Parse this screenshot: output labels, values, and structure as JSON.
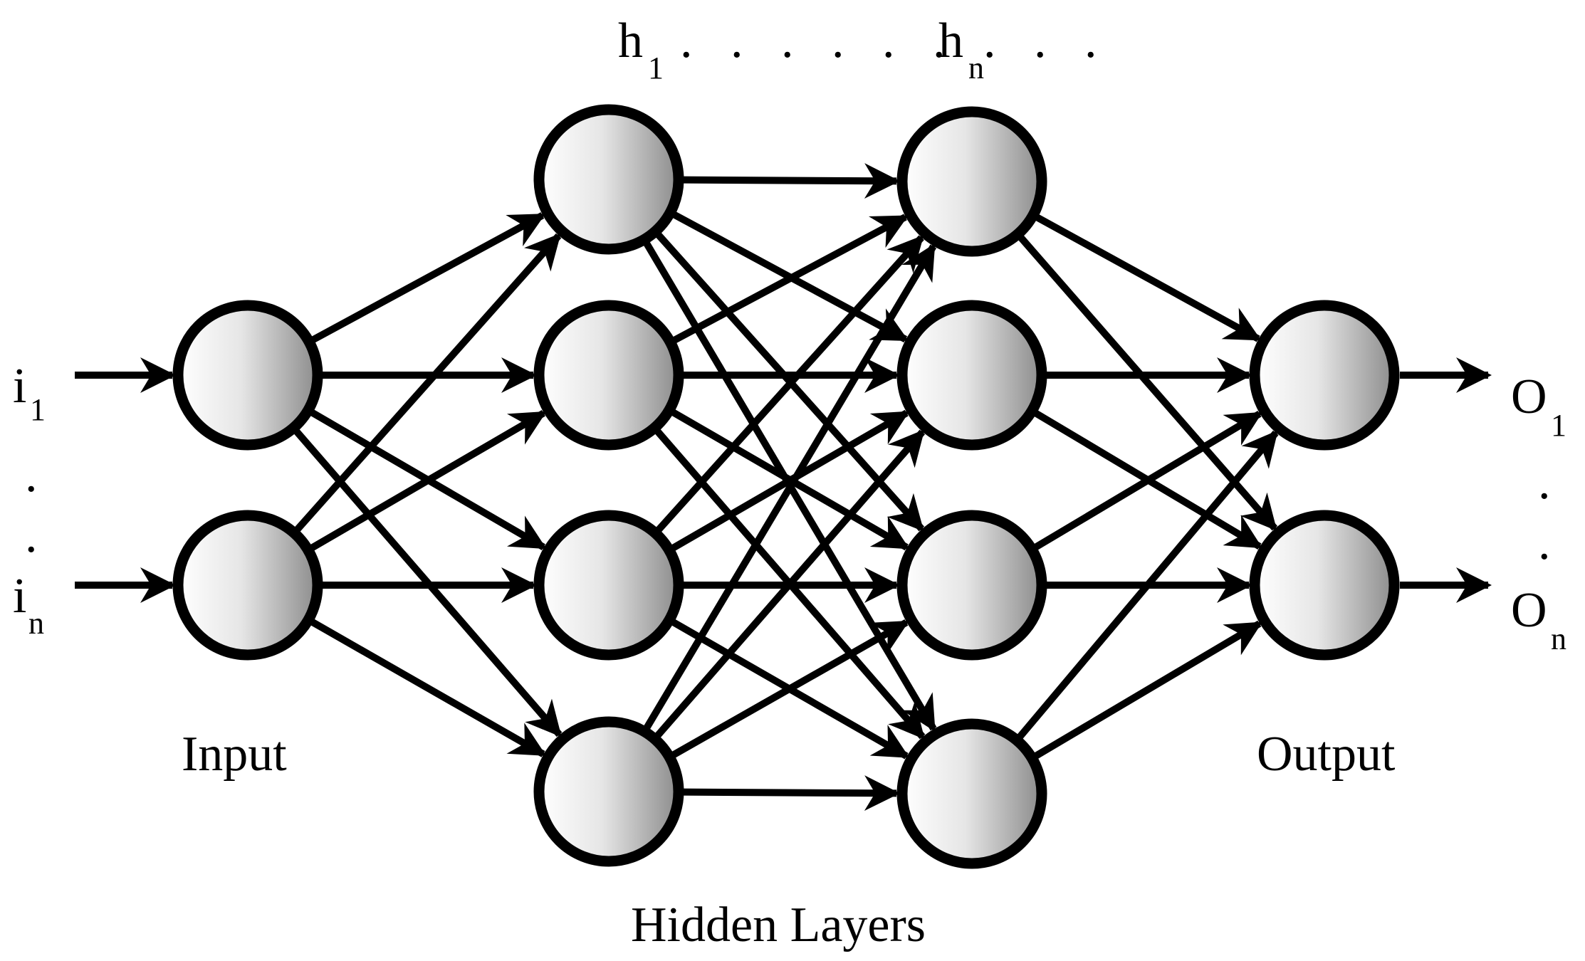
{
  "labels": {
    "top_h": "h",
    "top_h_first_sub": "1",
    "top_dots": ". . . . . .   . . .",
    "top_h_last_sub": "n",
    "input_i": "i",
    "input_first_sub": "1",
    "input_last_sub": "n",
    "input_vdot": ".",
    "output_o": "O",
    "output_first_sub": "1",
    "output_last_sub": "n",
    "output_vdot": ".",
    "input_layer": "Input",
    "output_layer": "Output",
    "hidden_layers": "Hidden Layers"
  },
  "network": {
    "layers": [
      {
        "name": "input",
        "nodes": 2
      },
      {
        "name": "hidden-1",
        "nodes": 4
      },
      {
        "name": "hidden-2",
        "nodes": 4
      },
      {
        "name": "output",
        "nodes": 2
      }
    ],
    "connectivity": "fully-connected"
  },
  "colors": {
    "stroke": "#000000",
    "node_fill_light": "#ffffff",
    "node_fill_dark": "#8c8c8c",
    "background": "#ffffff"
  }
}
